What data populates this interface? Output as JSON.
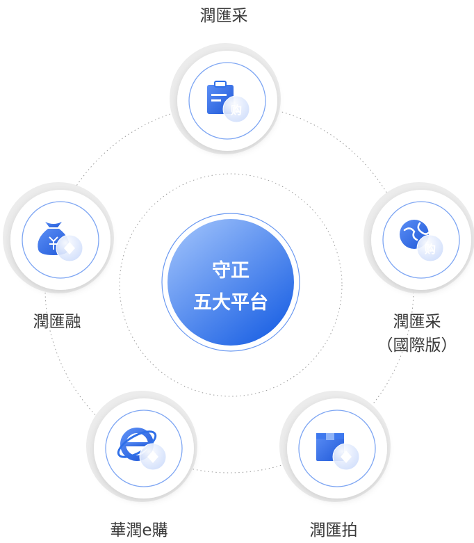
{
  "center": {
    "line1": "守正",
    "line2": "五大平台"
  },
  "platforms": [
    {
      "id": "top",
      "name": "潤匯采",
      "name2": "",
      "badge": "购",
      "icon": "clipboard-icon"
    },
    {
      "id": "right",
      "name": "潤匯采",
      "name2": "（國際版）",
      "badge": "购",
      "icon": "globe-icon"
    },
    {
      "id": "bright",
      "name": "潤匯拍",
      "name2": "",
      "badge": "",
      "icon": "box-gavel-icon"
    },
    {
      "id": "bleft",
      "name": "華潤e購",
      "name2": "",
      "badge": "",
      "icon": "ie-cart-icon"
    },
    {
      "id": "left",
      "name": "潤匯融",
      "name2": "",
      "badge": "",
      "icon": "money-bag-icon"
    }
  ],
  "colors": {
    "accent": "#2f6fe8",
    "accent_light": "#7aa8f7",
    "hub_top": "#8ab3f8",
    "hub_bottom": "#1f66e6"
  }
}
